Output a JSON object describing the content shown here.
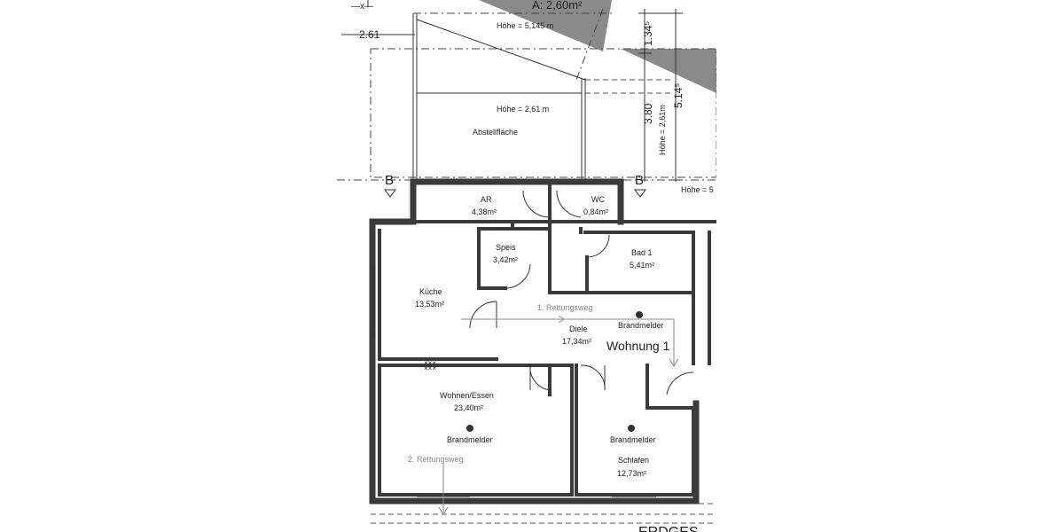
{
  "plan": {
    "area_top": "A: 2,60m²",
    "dim_left": "2.61",
    "dim_right_small": "1.34⁵",
    "dim_right_mid": "3.80",
    "dim_right_big": "5.14⁵",
    "hoehe_roof": "Höhe = 5,145 m",
    "hoehe_storage": "Höhe = 2,61 m",
    "hoehe_vertical": "Höhe = 2,61m",
    "hoehe_right": "Höhe = 5",
    "section_marker": "B",
    "apartment_name": "Wohnung 1",
    "bottom_text": "ERDGES",
    "escape_route_1": "1. Rettungsweg",
    "escape_route_2": "2. Rettungsweg",
    "detector_label": "Brandmelder",
    "rooms": [
      {
        "name": "Abstellfläche",
        "area": ""
      },
      {
        "name": "AR",
        "area": "4,38m²"
      },
      {
        "name": "WC",
        "area": "0,84m²"
      },
      {
        "name": "Speis",
        "area": "3,42m²"
      },
      {
        "name": "Bad 1",
        "area": "5,41m²"
      },
      {
        "name": "Küche",
        "area": "13,53m²"
      },
      {
        "name": "Diele",
        "area": "17,34m²"
      },
      {
        "name": "Wohnen/Essen",
        "area": "23,40m²"
      },
      {
        "name": "Schlafen",
        "area": "12,73m²"
      }
    ]
  }
}
